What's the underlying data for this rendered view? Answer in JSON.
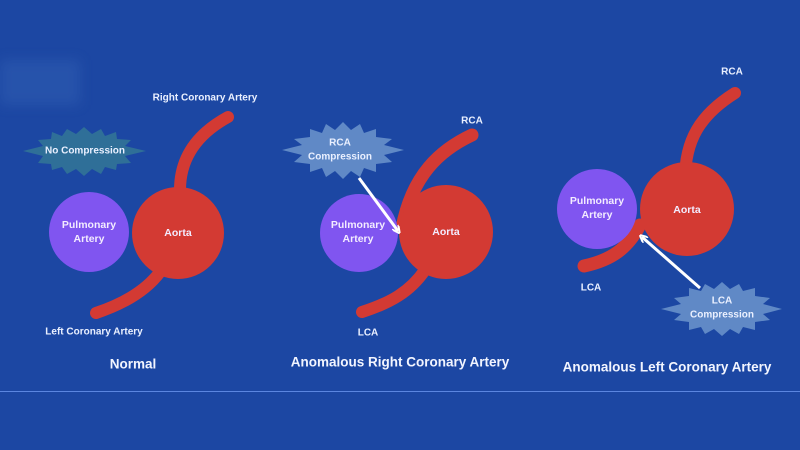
{
  "colors": {
    "background": "#1c47a3",
    "aorta": "#d33a33",
    "pulmonary": "#8055f0",
    "no_compression_burst": "#2f6f98",
    "compression_burst": "#6089c6",
    "arrow": "#ffffff",
    "divider": "#5b86e0"
  },
  "panels": [
    {
      "caption": "Normal",
      "pulmonary_label": "Pulmonary\nArtery",
      "aorta_label": "Aorta",
      "rca_label": "Right Coronary Artery",
      "lca_label": "Left Coronary Artery",
      "burst_label": "No Compression"
    },
    {
      "caption": "Anomalous Right Coronary Artery",
      "pulmonary_label": "Pulmonary\nArtery",
      "aorta_label": "Aorta",
      "rca_label": "RCA",
      "lca_label": "LCA",
      "burst_label": "RCA\nCompression"
    },
    {
      "caption": "Anomalous Left Coronary Artery",
      "pulmonary_label": "Pulmonary\nArtery",
      "aorta_label": "Aorta",
      "rca_label": "RCA",
      "lca_label": "LCA",
      "burst_label": "LCA\nCompression"
    }
  ]
}
